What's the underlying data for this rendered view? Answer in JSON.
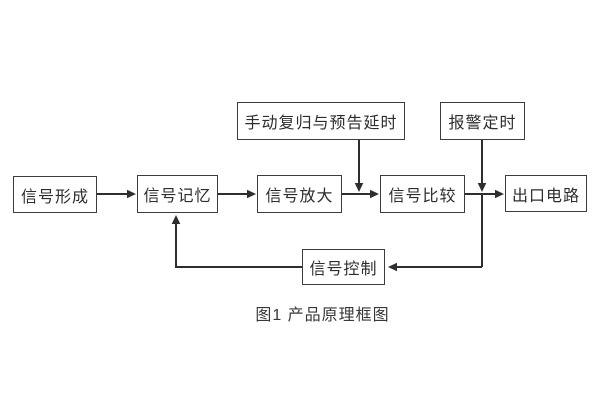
{
  "diagram": {
    "caption": "图1 产品原理框图",
    "boxes": {
      "manual_reset": "手动复归与预告延时",
      "alarm_timer": "报警定时",
      "signal_form": "信号形成",
      "signal_memory": "信号记忆",
      "signal_amplify": "信号放大",
      "signal_compare": "信号比较",
      "output_circuit": "出口电路",
      "signal_control": "信号控制"
    },
    "colors": {
      "box_border": "#3c3c3c",
      "text": "#2d2d2d",
      "line": "#2e2e2e",
      "background": "#ffffff"
    }
  }
}
